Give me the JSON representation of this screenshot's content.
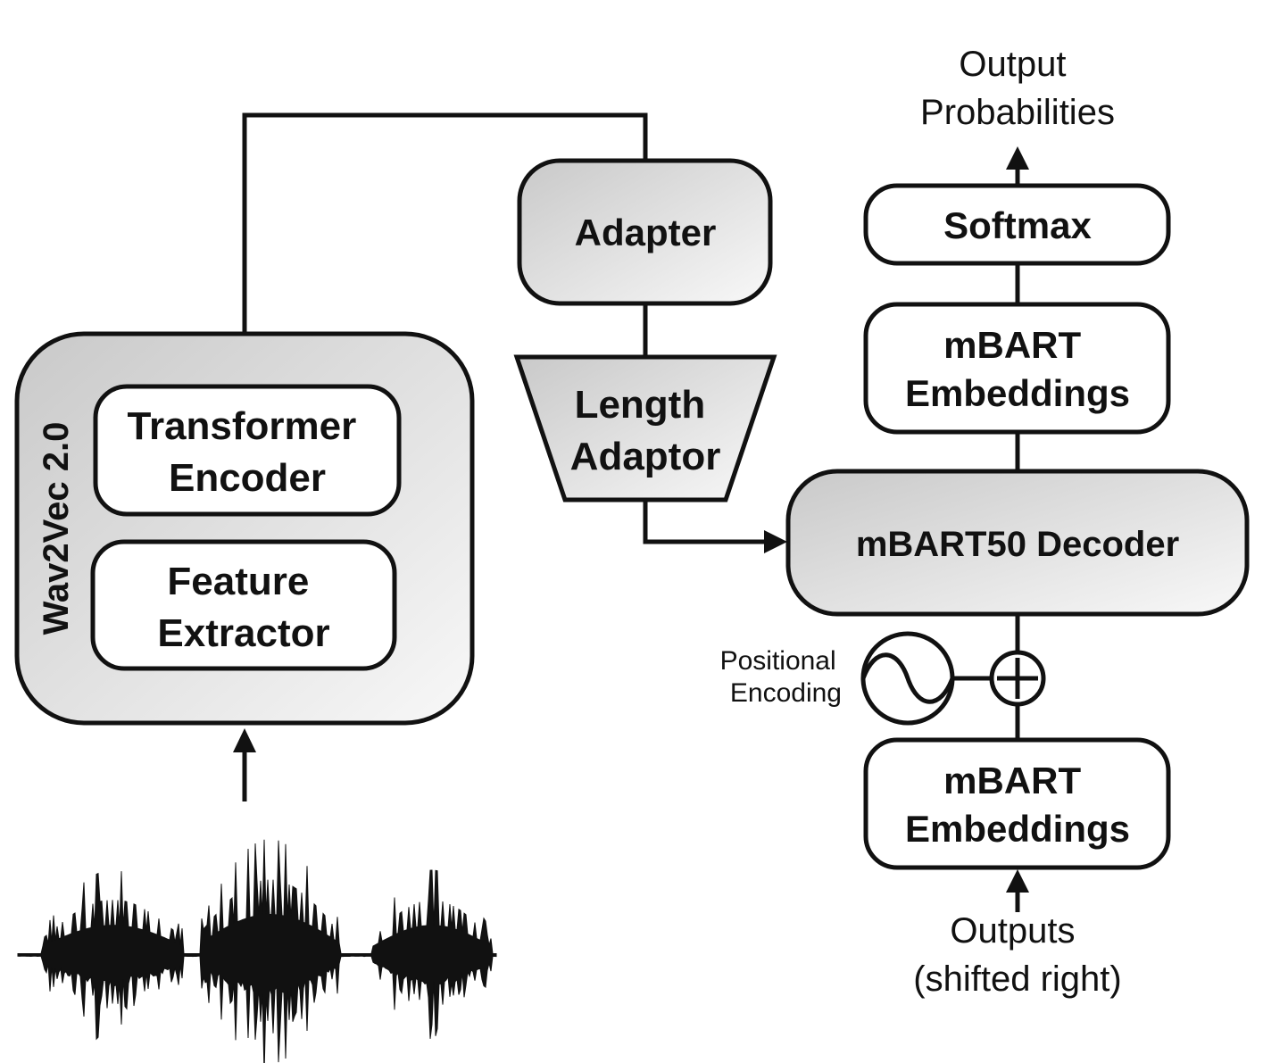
{
  "diagram": {
    "wav2vec_label": "Wav2Vec 2.0",
    "transformer_encoder": [
      "Transformer",
      "Encoder"
    ],
    "feature_extractor": [
      "Feature",
      "Extractor"
    ],
    "adapter": "Adapter",
    "length_adaptor": [
      "Length",
      "Adaptor"
    ],
    "decoder": "mBART50 Decoder",
    "softmax": "Softmax",
    "embeddings_top": [
      "mBART",
      "Embeddings"
    ],
    "embeddings_bottom": [
      "mBART",
      "Embeddings"
    ],
    "output_probabilities": [
      "Output",
      "Probabilities"
    ],
    "positional_encoding": [
      "Positional",
      "Encoding"
    ],
    "outputs": [
      "Outputs",
      "(shifted right)"
    ]
  },
  "colors": {
    "stroke": "#111111",
    "gradient_light": "#f8f8f8",
    "gradient_dark": "#c9c9c9"
  }
}
